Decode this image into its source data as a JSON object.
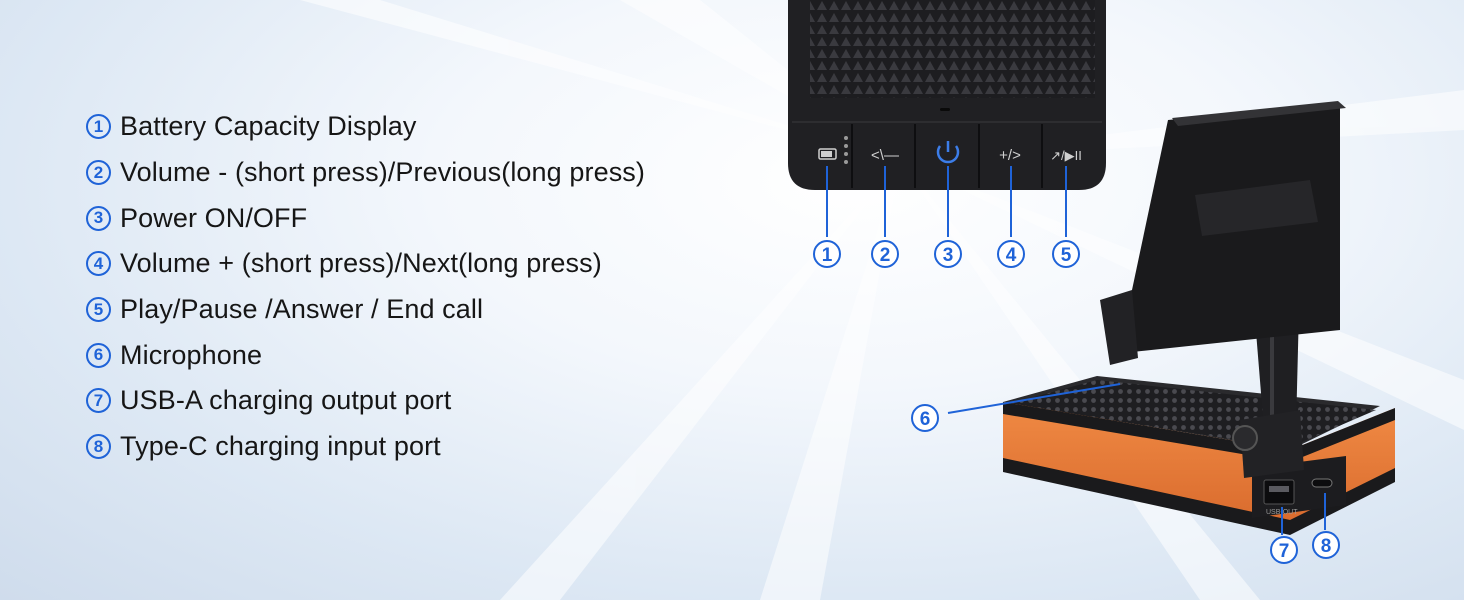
{
  "features": [
    {
      "num": "1",
      "text": "Battery Capacity Display"
    },
    {
      "num": "2",
      "text": "Volume - (short press)/Previous(long press)"
    },
    {
      "num": "3",
      "text": "Power ON/OFF"
    },
    {
      "num": "4",
      "text": "Volume + (short press)/Next(long press)"
    },
    {
      "num": "5",
      "text": "Play/Pause /Answer / End call"
    },
    {
      "num": "6",
      "text": "Microphone"
    },
    {
      "num": "7",
      "text": "USB-A charging output port"
    },
    {
      "num": "8",
      "text": "Type-C charging input port"
    }
  ],
  "buttons": {
    "vol_down": "<\\—",
    "vol_up": "+/>",
    "play": "↗/▶II"
  },
  "ports": {
    "usb_label": "USB-OUT"
  },
  "markers": [
    "1",
    "2",
    "3",
    "4",
    "5",
    "6",
    "7",
    "8"
  ],
  "colors": {
    "accent": "#1f63d8",
    "device_body": "#1c1c1e",
    "trim": "#e8793a"
  }
}
